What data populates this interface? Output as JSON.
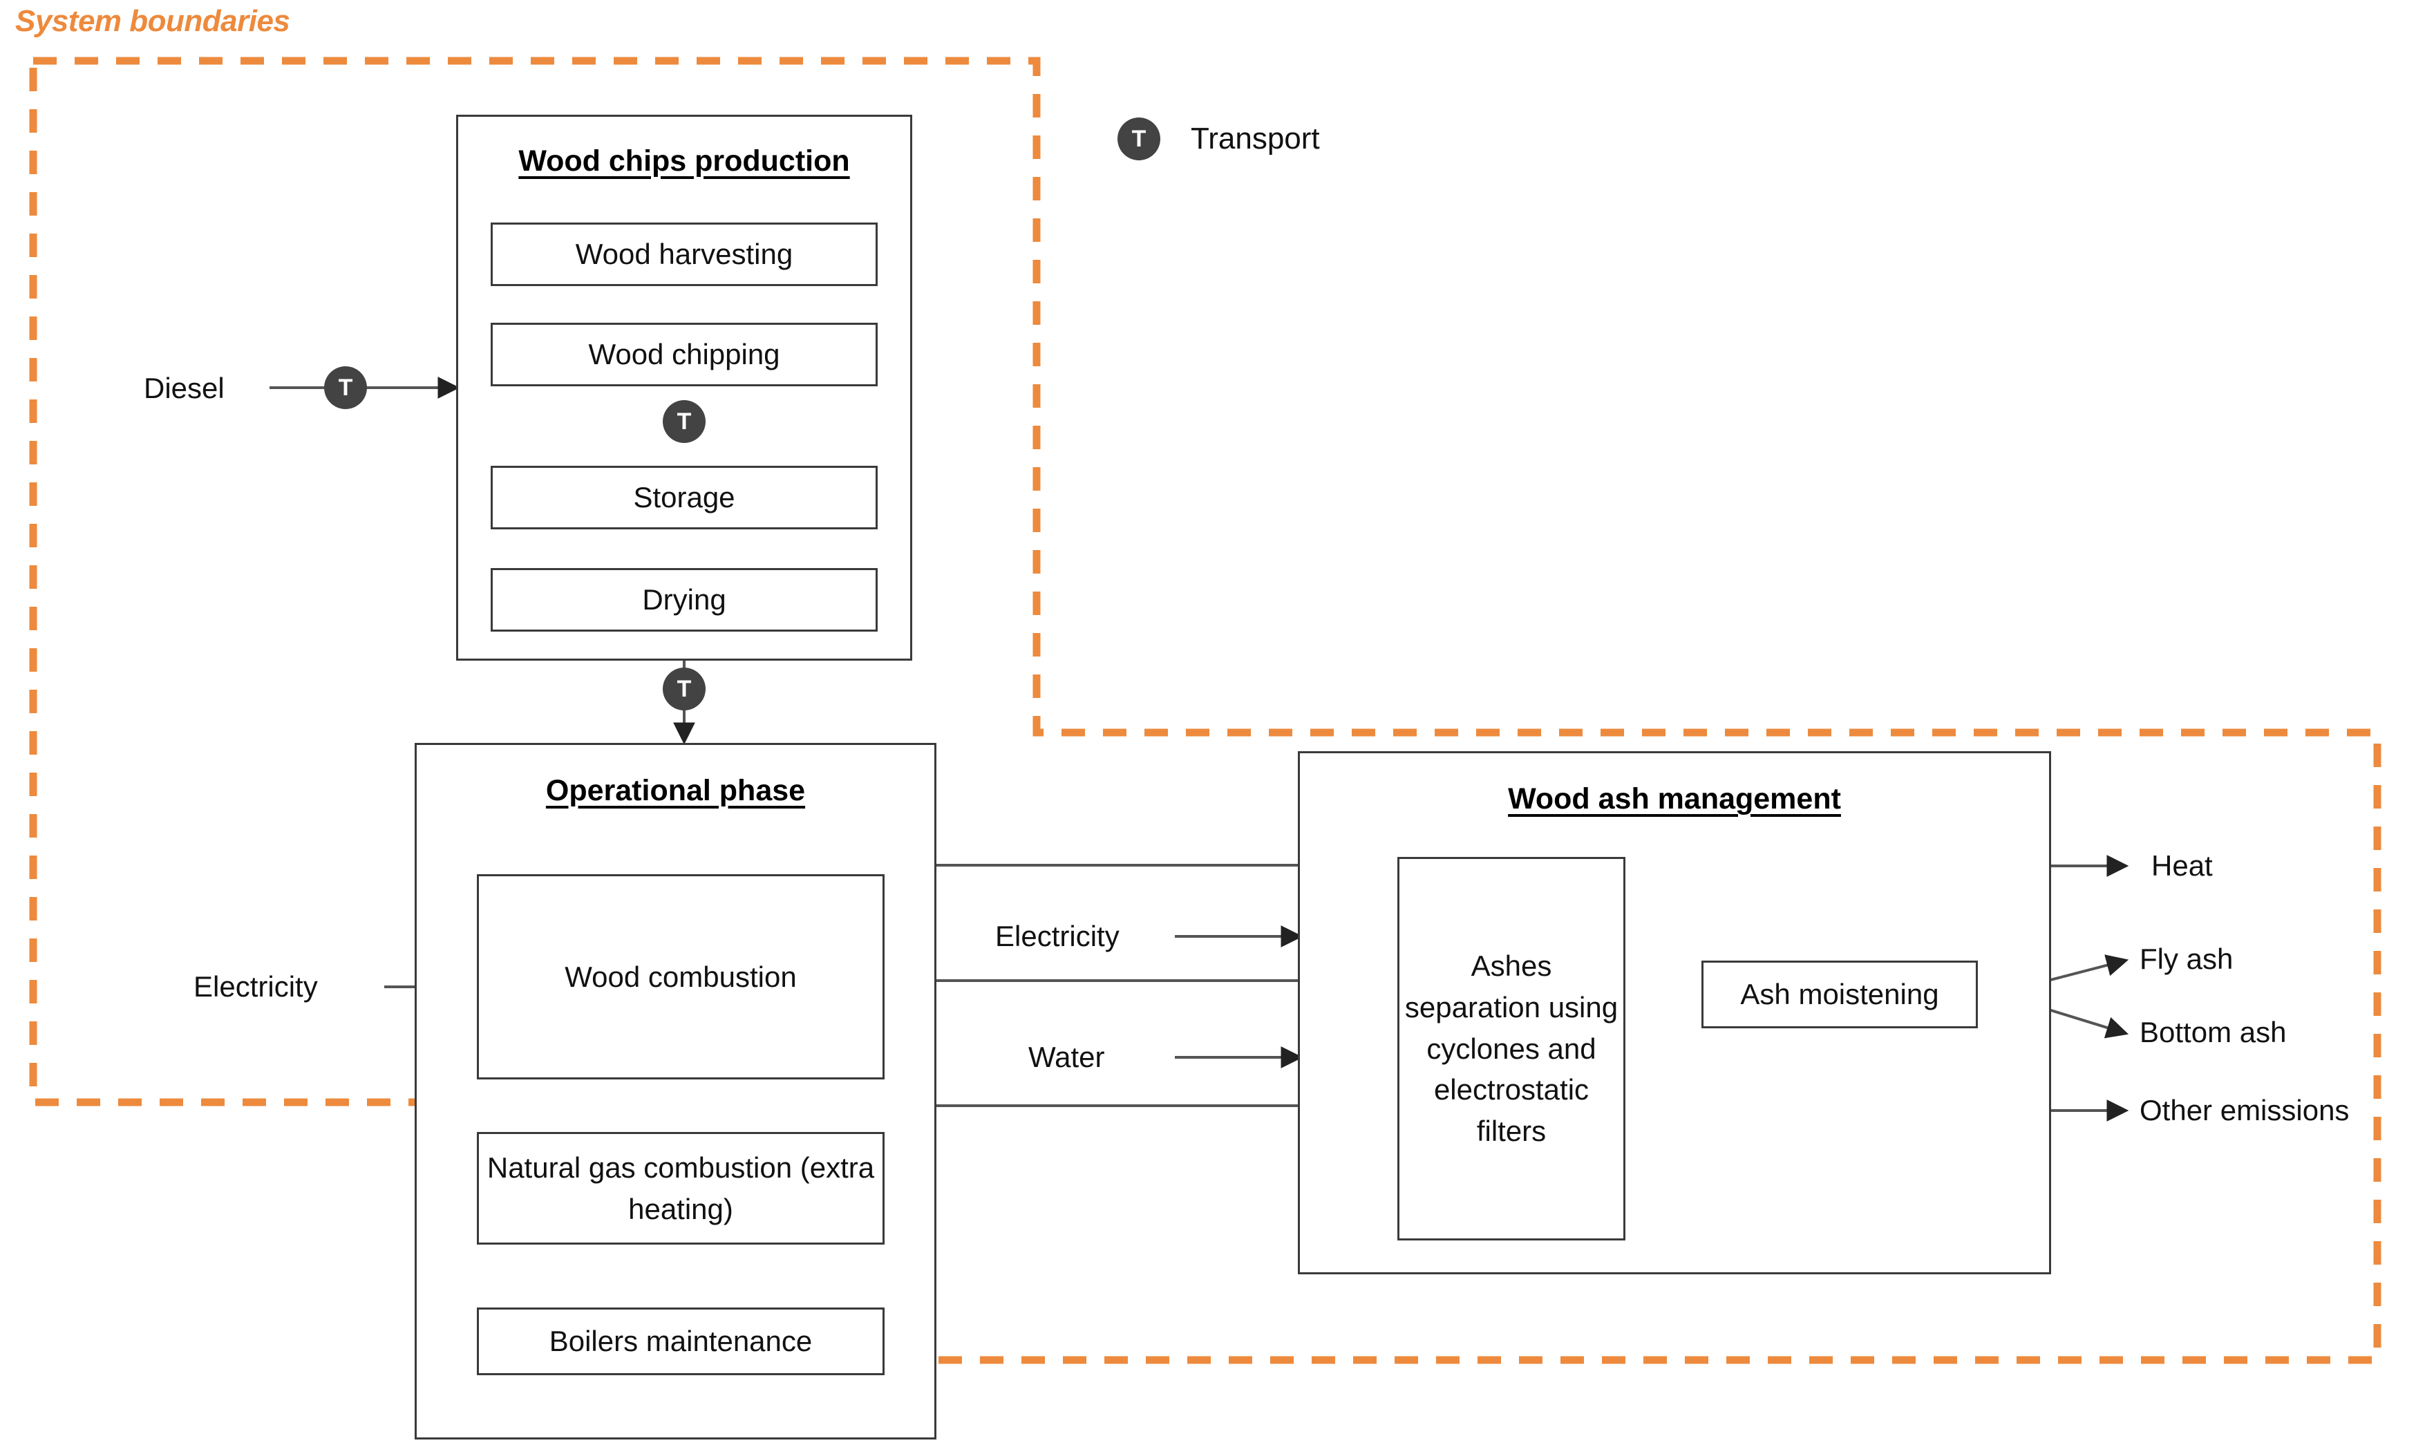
{
  "diagram": {
    "boundary_label": "System boundaries",
    "boundary_color": "#ED8A3D",
    "legend": {
      "icon": "transport-circle-icon",
      "icon_letter": "T",
      "label": "Transport"
    }
  },
  "groups": {
    "wood_chips": {
      "title": "Wood chips production",
      "steps": [
        {
          "label": "Wood harvesting"
        },
        {
          "label": "Wood chipping"
        },
        {
          "label": "Storage"
        },
        {
          "label": "Drying"
        }
      ]
    },
    "operational": {
      "title": "Operational phase",
      "steps": [
        {
          "label": "Wood combustion"
        },
        {
          "label": "Natural  gas combustion (extra heating)"
        },
        {
          "label": "Boilers maintenance"
        }
      ]
    },
    "ash": {
      "title": "Wood ash management",
      "steps": [
        {
          "label": "Ashes separation using cyclones and electrostatic filters"
        },
        {
          "label": "Ash moistening"
        }
      ]
    }
  },
  "inputs": [
    {
      "label": "Diesel",
      "transport": "T"
    },
    {
      "label": "Electricity",
      "transport": null
    },
    {
      "label": "Electricity",
      "transport": null
    },
    {
      "label": "Water",
      "transport": null
    }
  ],
  "outputs": [
    {
      "label": "Heat"
    },
    {
      "label": "Fly ash"
    },
    {
      "label": "Bottom ash"
    },
    {
      "label": "Other emissions"
    }
  ],
  "transport_nodes": [
    {
      "id": "t-diesel",
      "letter": "T"
    },
    {
      "id": "t-chipping",
      "letter": "T"
    },
    {
      "id": "t-drying",
      "letter": "T"
    }
  ]
}
